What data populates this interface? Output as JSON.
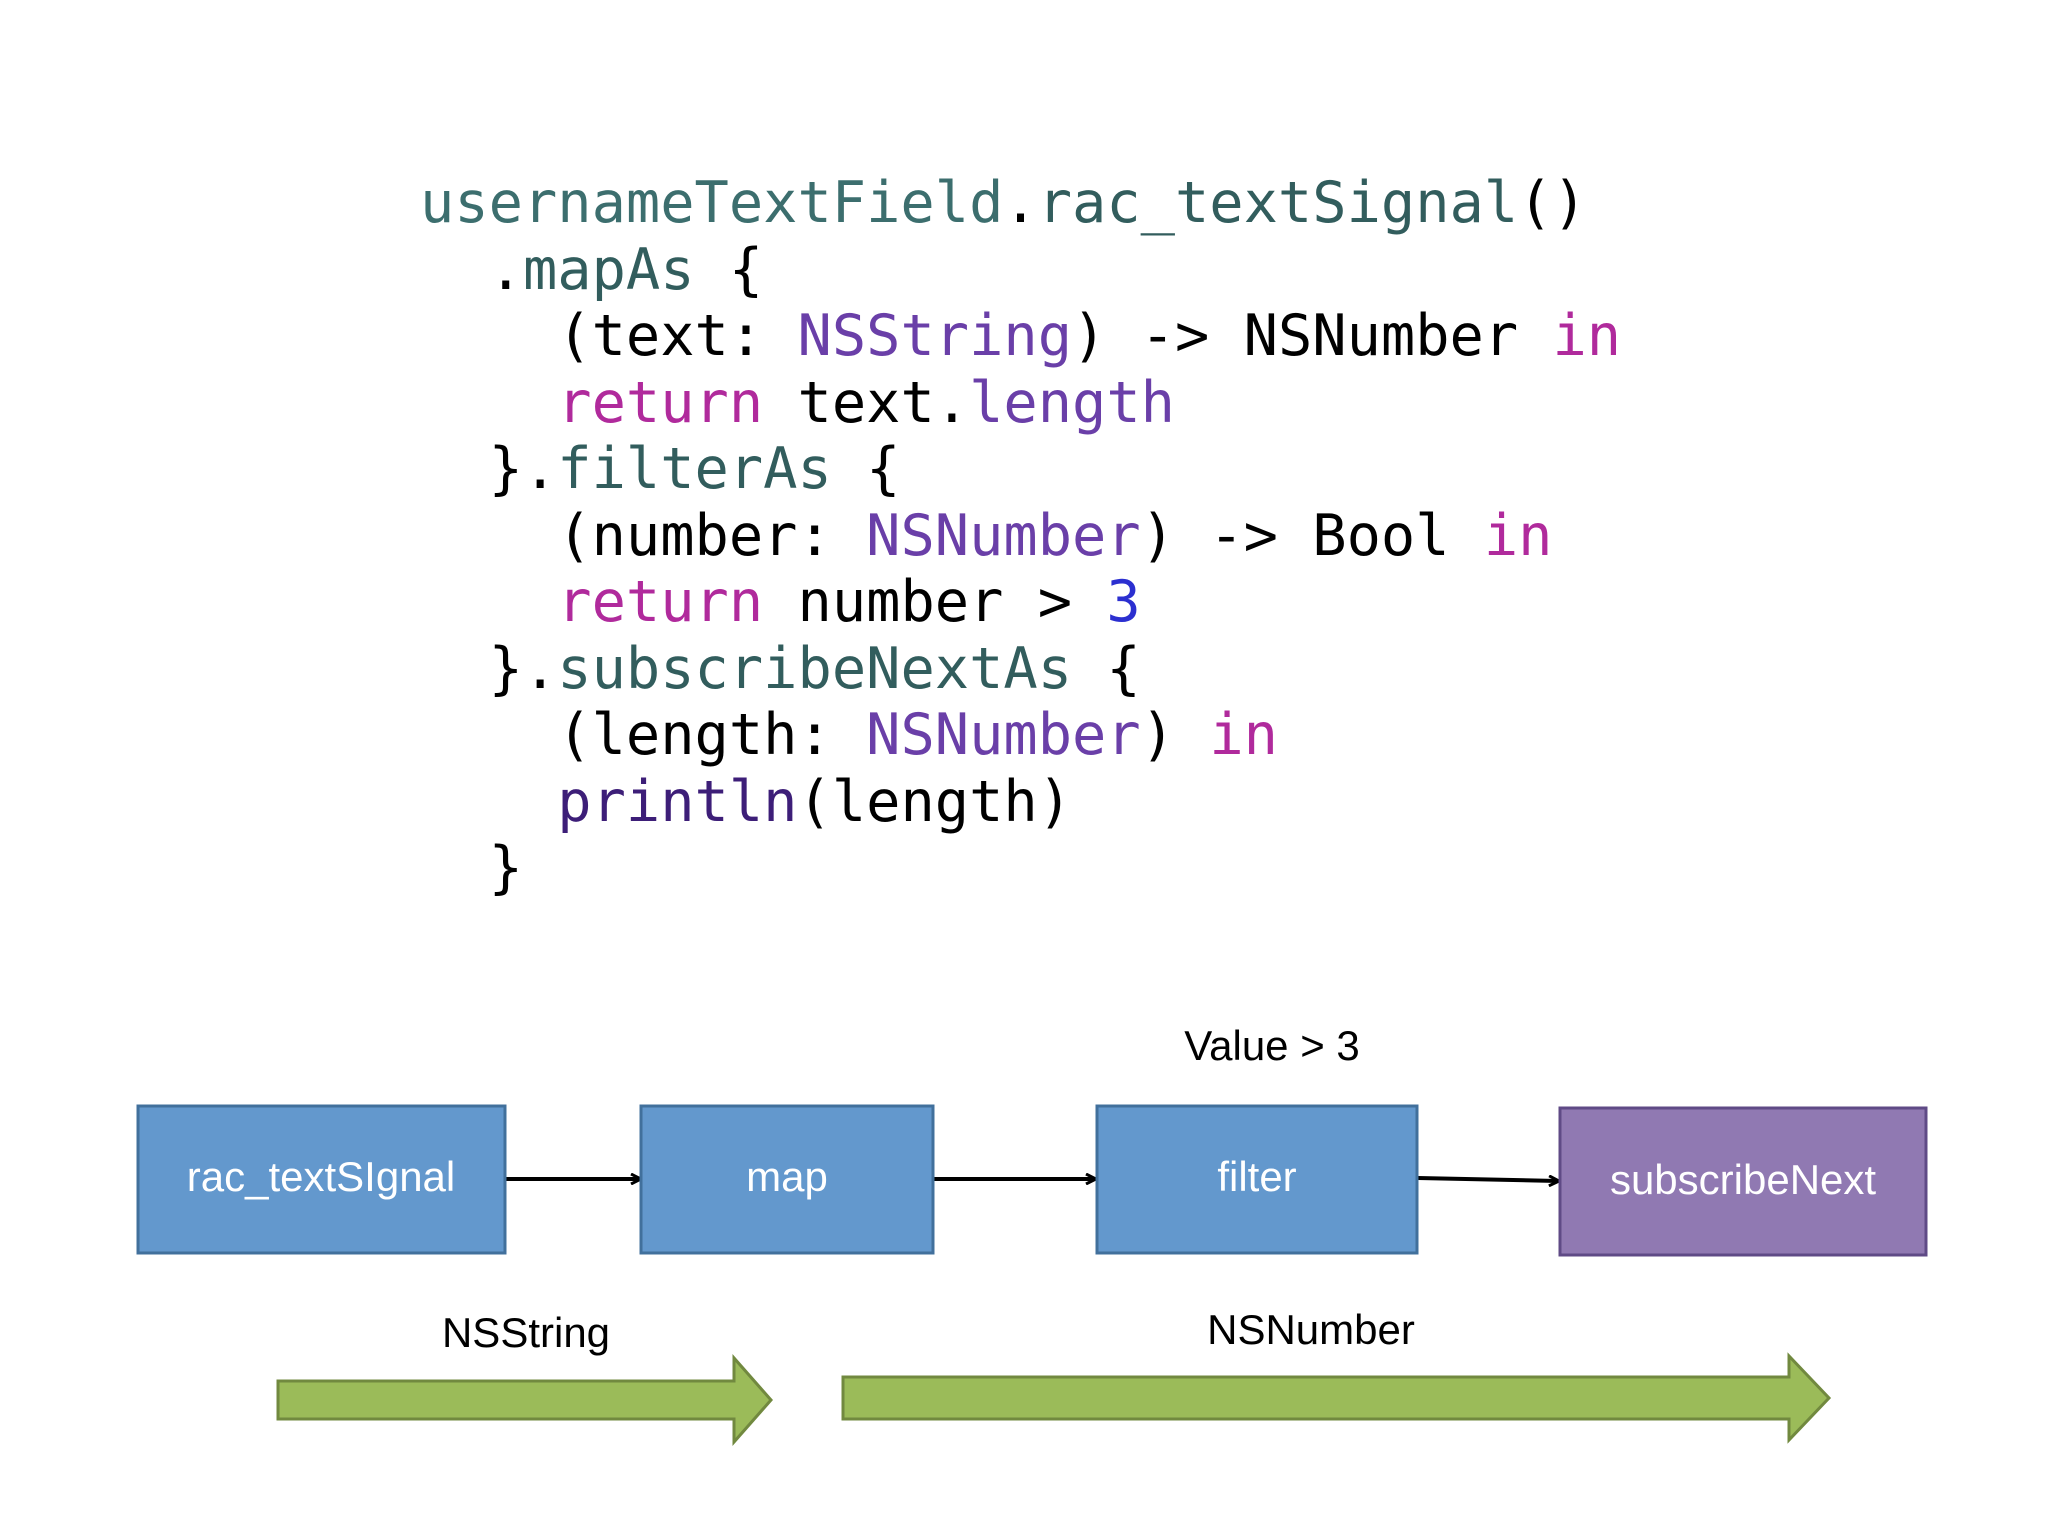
{
  "code": {
    "lines": [
      [
        {
          "t": "usernameTextField",
          "c": "var"
        },
        {
          "t": ".",
          "c": "pl"
        },
        {
          "t": "rac_textSignal",
          "c": "meth"
        },
        {
          "t": "()",
          "c": "pl"
        }
      ],
      [
        {
          "t": "  .",
          "c": "pl"
        },
        {
          "t": "mapAs",
          "c": "meth"
        },
        {
          "t": " {",
          "c": "pl"
        }
      ],
      [
        {
          "t": "    (text: ",
          "c": "pl"
        },
        {
          "t": "NSString",
          "c": "type"
        },
        {
          "t": ") -> NSNumber ",
          "c": "pl"
        },
        {
          "t": "in",
          "c": "kw"
        }
      ],
      [
        {
          "t": "    ",
          "c": "pl"
        },
        {
          "t": "return",
          "c": "kw"
        },
        {
          "t": " text.",
          "c": "pl"
        },
        {
          "t": "length",
          "c": "prop"
        }
      ],
      [
        {
          "t": "  }.",
          "c": "pl"
        },
        {
          "t": "filterAs",
          "c": "meth"
        },
        {
          "t": " {",
          "c": "pl"
        }
      ],
      [
        {
          "t": "    (number: ",
          "c": "pl"
        },
        {
          "t": "NSNumber",
          "c": "type"
        },
        {
          "t": ") -> Bool ",
          "c": "pl"
        },
        {
          "t": "in",
          "c": "kw"
        }
      ],
      [
        {
          "t": "    ",
          "c": "pl"
        },
        {
          "t": "return",
          "c": "kw"
        },
        {
          "t": " number > ",
          "c": "pl"
        },
        {
          "t": "3",
          "c": "num"
        }
      ],
      [
        {
          "t": "  }.",
          "c": "pl"
        },
        {
          "t": "subscribeNextAs",
          "c": "meth"
        },
        {
          "t": " {",
          "c": "pl"
        }
      ],
      [
        {
          "t": "    (length: ",
          "c": "pl"
        },
        {
          "t": "NSNumber",
          "c": "type"
        },
        {
          "t": ") ",
          "c": "pl"
        },
        {
          "t": "in",
          "c": "kw"
        }
      ],
      [
        {
          "t": "    ",
          "c": "pl"
        },
        {
          "t": "println",
          "c": "fn"
        },
        {
          "t": "(length)",
          "c": "pl"
        }
      ],
      [
        {
          "t": "  }",
          "c": "pl"
        }
      ]
    ]
  },
  "diagram": {
    "boxes": [
      {
        "id": "rac-textsignal",
        "label": "rac_textSIgnal",
        "style": "blue"
      },
      {
        "id": "map",
        "label": "map",
        "style": "blue"
      },
      {
        "id": "filter",
        "label": "filter",
        "style": "blue"
      },
      {
        "id": "subscribenext",
        "label": "subscribeNext",
        "style": "purple"
      }
    ],
    "filter_caption": "Value > 3",
    "flows": [
      {
        "id": "nsstring",
        "label": "NSString"
      },
      {
        "id": "nsnumber",
        "label": "NSNumber"
      }
    ]
  },
  "colors": {
    "box_blue": "#6398cd",
    "box_blue_border": "#41709c",
    "box_purple": "#9079b2",
    "box_purple_border": "#5f4a86",
    "arrow_green": "#9bbb59",
    "arrow_green_border": "#71893f"
  }
}
